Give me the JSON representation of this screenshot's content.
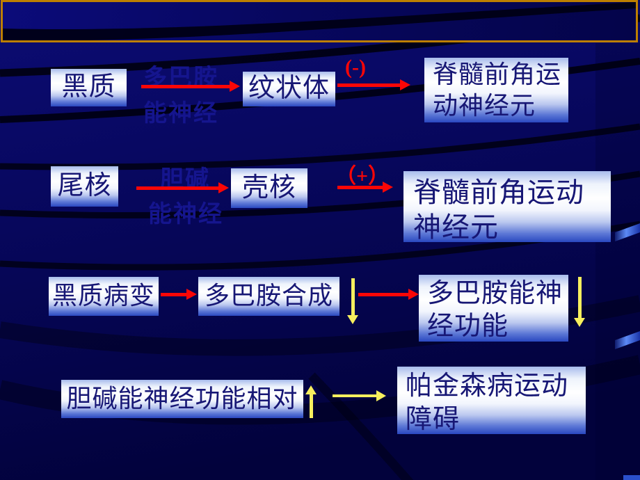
{
  "slide": {
    "type": "presentation-slide-flowchart",
    "banner_title": "",
    "row1": {
      "source": "黑质",
      "pathway_line1": "多巴胺",
      "pathway_line2": "能神经",
      "intermediate": "纹状体",
      "sign": "(-)",
      "target_line1": "脊髓前角运",
      "target_line2": "动神经元"
    },
    "row2": {
      "source": "尾核",
      "pathway_line1": "胆碱",
      "pathway_line2": "能神经",
      "intermediate": "壳核",
      "sign": "（+）",
      "target_line1": "脊髓前角运动",
      "target_line2": "神经元"
    },
    "row3": {
      "source": "黑质病变",
      "intermediate": "多巴胺合成",
      "target_line1": "多巴胺能神",
      "target_line2": "经功能"
    },
    "row4": {
      "source": "胆碱能神经功能相对",
      "target_line1": "帕金森病运动",
      "target_line2": "障碍"
    },
    "colors": {
      "background_navy": "#06065a",
      "banner_border_orange": "#bd7f00",
      "box_gradient_top": "#a8bcec",
      "box_gradient_bottom": "#2a48c0",
      "box_text_navy": "#171775",
      "pathway_label_blue": "#15158e",
      "arrow_red": "#fb0606",
      "arrow_yellow": "#f7ef5e",
      "ribbon_blue": "#4a7af0"
    }
  }
}
